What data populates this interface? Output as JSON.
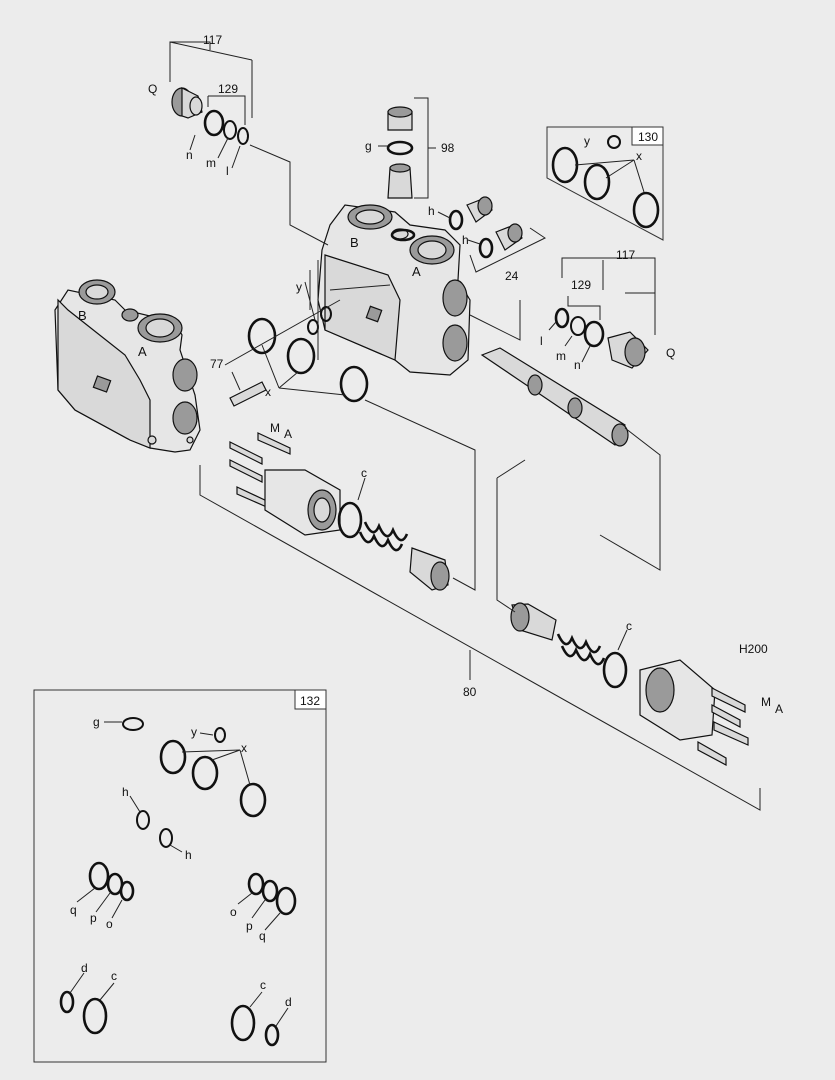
{
  "diagram_id": "H200",
  "callouts": {
    "top_117": "117",
    "q_top": "Q",
    "top_129": "129",
    "n_top": "n",
    "m_top": "m",
    "l_top": "l",
    "g_98": "g",
    "n98": "98",
    "h1": "h",
    "h2": "h",
    "n24": "24",
    "right_117": "117",
    "right_129": "129",
    "l_right": "l",
    "m_right": "m",
    "n_right": "n",
    "q_right": "Q",
    "y_mid": "y",
    "x_mid": "x",
    "n77": "77",
    "m_left": "M",
    "a_left": "A",
    "c_left": "c",
    "n80": "80",
    "c_right": "c",
    "m_right2": "M",
    "a_right": "A",
    "block_b": "B",
    "block_a": "A",
    "block2_b": "B",
    "block2_a": "A"
  },
  "box_130": {
    "number": "130",
    "y": "y",
    "x": "x"
  },
  "box_132": {
    "number": "132",
    "g": "g",
    "y": "y",
    "x": "x",
    "h1": "h",
    "h2": "h",
    "q1": "q",
    "p1": "p",
    "o1": "o",
    "o2": "o",
    "p2": "p",
    "q2": "q",
    "d1": "d",
    "c1": "c",
    "c2": "c",
    "d2": "d"
  }
}
